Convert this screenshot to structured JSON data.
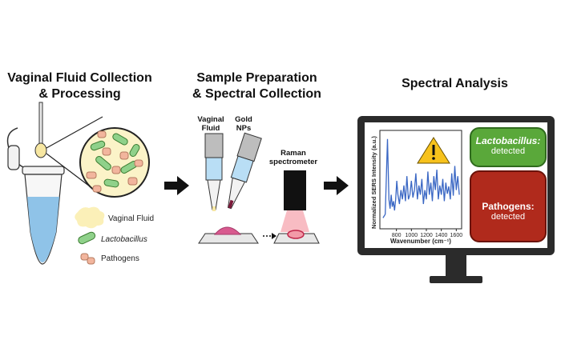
{
  "stages": [
    {
      "title_line1": "Vaginal Fluid Collection",
      "title_line2": "& Processing"
    },
    {
      "title_line1": "Sample Preparation",
      "title_line2": "& Spectral Collection"
    },
    {
      "title_line1": "Spectral Analysis",
      "title_line2": ""
    }
  ],
  "legend": {
    "fluid": "Vaginal Fluid",
    "lactobacillus": "Lactobacillus",
    "pathogens": "Pathogens"
  },
  "prep": {
    "tube1_label_line1": "Vaginal",
    "tube1_label_line2": "Fluid",
    "tube2_label_line1": "Gold",
    "tube2_label_line2": "NPs",
    "raman_line1": "Raman",
    "raman_line2": "spectrometer"
  },
  "results": {
    "lacto_title": "Lactobacillus:",
    "lacto_status": "detected",
    "patho_title": "Pathogens:",
    "patho_status": "detected",
    "warning_icon": "warning-triangle-icon",
    "alert_icon": "exclamation-circle-icon"
  },
  "chart_data": {
    "type": "line",
    "xlabel": "Wavenumber (cm⁻¹)",
    "ylabel": "Normalized SERS Intensity (a.u.)",
    "x_ticks": [
      "800",
      "1000",
      "1200",
      "1400",
      "1600"
    ],
    "xlim": [
      600,
      1650
    ],
    "ylim": [
      0,
      1
    ],
    "series": [
      {
        "x": [
          620,
          650,
          680,
          700,
          715,
          730,
          745,
          760,
          775,
          790,
          805,
          820,
          840,
          860,
          880,
          900,
          920,
          940,
          960,
          980,
          1000,
          1020,
          1040,
          1060,
          1080,
          1100,
          1120,
          1140,
          1160,
          1180,
          1200,
          1220,
          1240,
          1260,
          1280,
          1300,
          1320,
          1340,
          1360,
          1380,
          1400,
          1420,
          1440,
          1460,
          1480,
          1500,
          1520,
          1540,
          1560,
          1580,
          1600,
          1620,
          1640
        ],
        "y": [
          0.1,
          0.14,
          0.95,
          0.3,
          0.2,
          0.35,
          0.22,
          0.28,
          0.18,
          0.3,
          0.5,
          0.35,
          0.25,
          0.4,
          0.3,
          0.45,
          0.28,
          0.55,
          0.3,
          0.35,
          0.5,
          0.32,
          0.4,
          0.58,
          0.3,
          0.45,
          0.35,
          0.52,
          0.25,
          0.4,
          0.3,
          0.6,
          0.35,
          0.48,
          0.28,
          0.55,
          0.4,
          0.62,
          0.3,
          0.45,
          0.35,
          0.52,
          0.28,
          0.48,
          0.36,
          0.44,
          0.3,
          0.58,
          0.34,
          0.66,
          0.4,
          0.55,
          0.35
        ]
      }
    ],
    "colors": {
      "line": "#3a67c4"
    }
  },
  "colors": {
    "lacto_green": "#5aa83a",
    "patho_red": "#b02a1c",
    "pathogen_pink": "#f2b59d",
    "fluid_yellow": "#f8e9a6",
    "liquid_blue": "#8fc3e8",
    "arrow": "#111111"
  }
}
